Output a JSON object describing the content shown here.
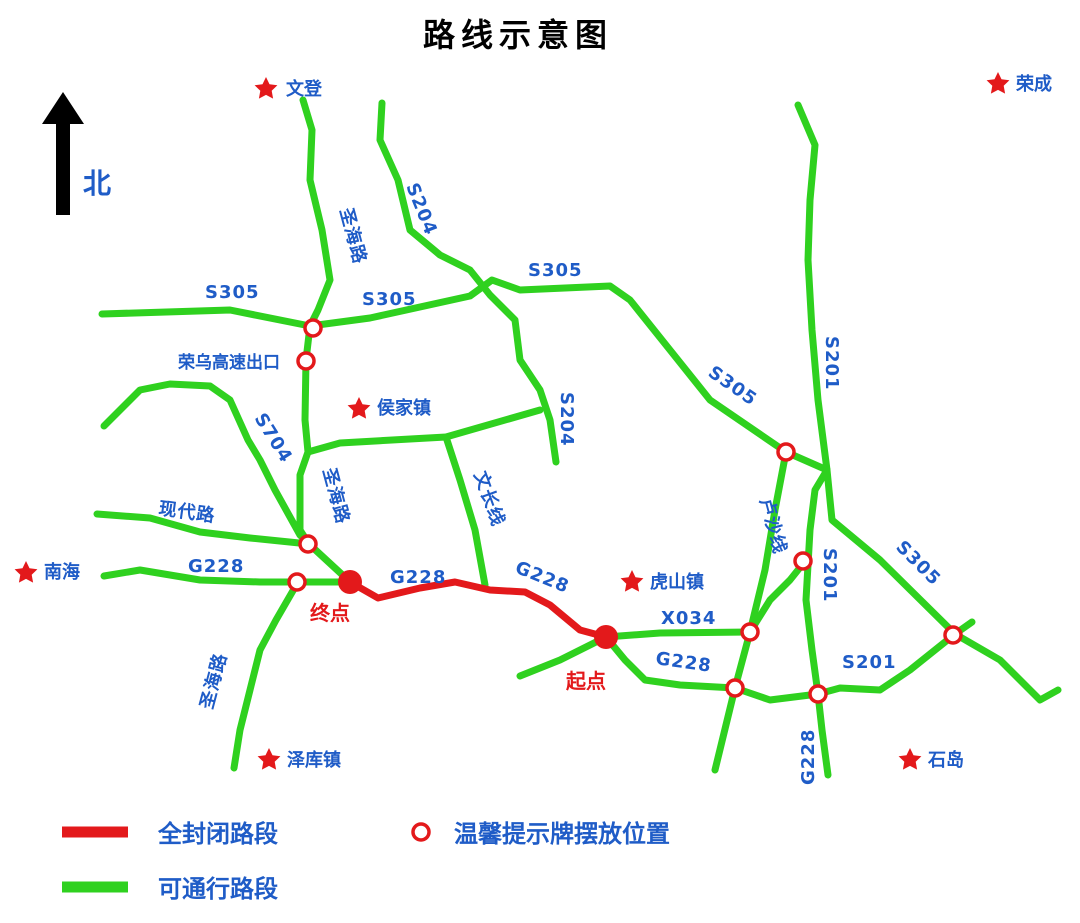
{
  "title": "路线示意图",
  "north": "北",
  "road_labels": {
    "s305_west": "S305",
    "s305_mid": "S305",
    "s305_north": "S305",
    "s305_diag": "S305",
    "s305_east": "S305",
    "s204_top": "S204",
    "s204_bottom": "S204",
    "s201_top": "S201",
    "s201_mid": "S201",
    "s201_bottom": "S201",
    "s704": "S704",
    "shenghai_top": "圣海路",
    "shenghai_mid": "圣海路",
    "shenghai_bottom": "圣海路",
    "xiandai": "现代路",
    "g228_west": "G228",
    "g228_closed1": "G228",
    "g228_closed2": "G228",
    "g228_east": "G228",
    "g228_south": "G228",
    "wenchang": "文长线",
    "lusha": "卢沙线",
    "x034": "X034"
  },
  "places": {
    "wendeng": "文登",
    "rongcheng": "荣成",
    "houjia": "侯家镇",
    "nanhai": "南海",
    "hushan": "虎山镇",
    "zeku": "泽库镇",
    "shidao": "石岛",
    "rongwu_exit": "荣乌高速出口"
  },
  "points": {
    "end": "终点",
    "start": "起点"
  },
  "legend": {
    "closed": "全封闭路段",
    "open": "可通行路段",
    "sign": "温馨提示牌摆放位置"
  },
  "colors": {
    "road": "#2fd11f",
    "closed": "#e3191b",
    "label": "#1f5cc7",
    "star": "#e3191b"
  }
}
